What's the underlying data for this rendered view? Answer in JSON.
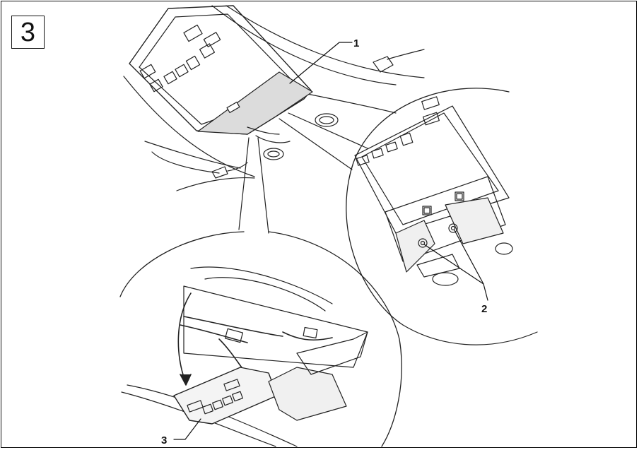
{
  "step": {
    "number": "3"
  },
  "callouts": [
    {
      "id": "1"
    },
    {
      "id": "2"
    },
    {
      "id": "3"
    }
  ],
  "colors": {
    "line": "#222222",
    "panel_fill": "#dcdcdc",
    "background": "#ffffff"
  }
}
